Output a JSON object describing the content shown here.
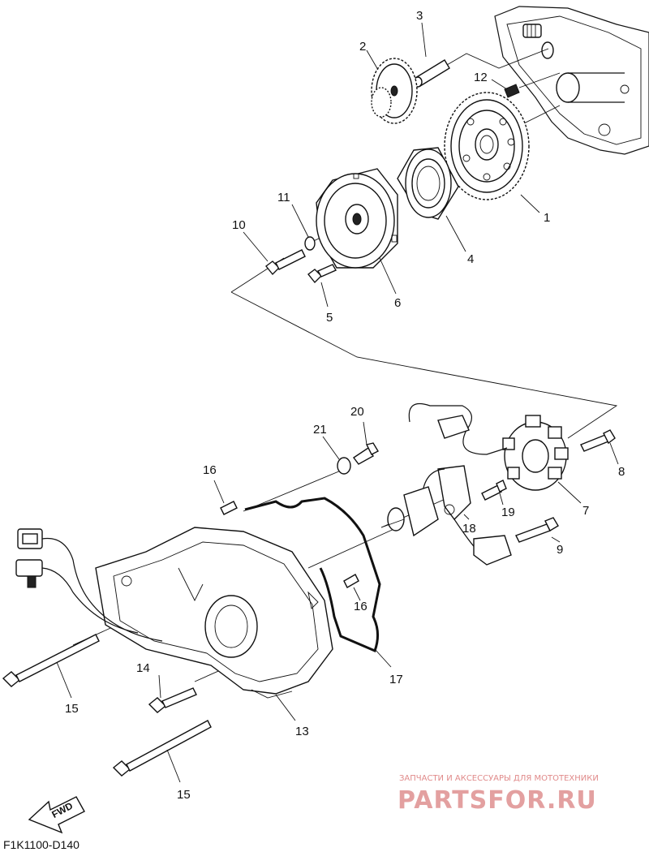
{
  "diagram": {
    "part_callouts": [
      "1",
      "2",
      "3",
      "4",
      "5",
      "6",
      "7",
      "8",
      "9",
      "10",
      "11",
      "12",
      "13",
      "14",
      "15",
      "16",
      "17",
      "18",
      "19",
      "20",
      "21"
    ],
    "labels": {
      "n1": "1",
      "n2": "2",
      "n3": "3",
      "n4": "4",
      "n5": "5",
      "n6": "6",
      "n7": "7",
      "n8": "8",
      "n9": "9",
      "n10": "10",
      "n11": "11",
      "n12": "12",
      "n13": "13",
      "n14": "14",
      "n15a": "15",
      "n15b": "15",
      "n16a": "16",
      "n16b": "16",
      "n17": "17",
      "n18": "18",
      "n19": "19",
      "n20": "20",
      "n21": "21"
    },
    "fwd_label": "FWD",
    "drawing_code": "F1K1100-D140"
  },
  "watermark": {
    "tagline": "ЗАПЧАСТИ И АКСЕССУАРЫ ДЛЯ МОТОТЕХНИКИ",
    "brand": "PARTSFOR.RU",
    "color": "#e3a0a0"
  }
}
